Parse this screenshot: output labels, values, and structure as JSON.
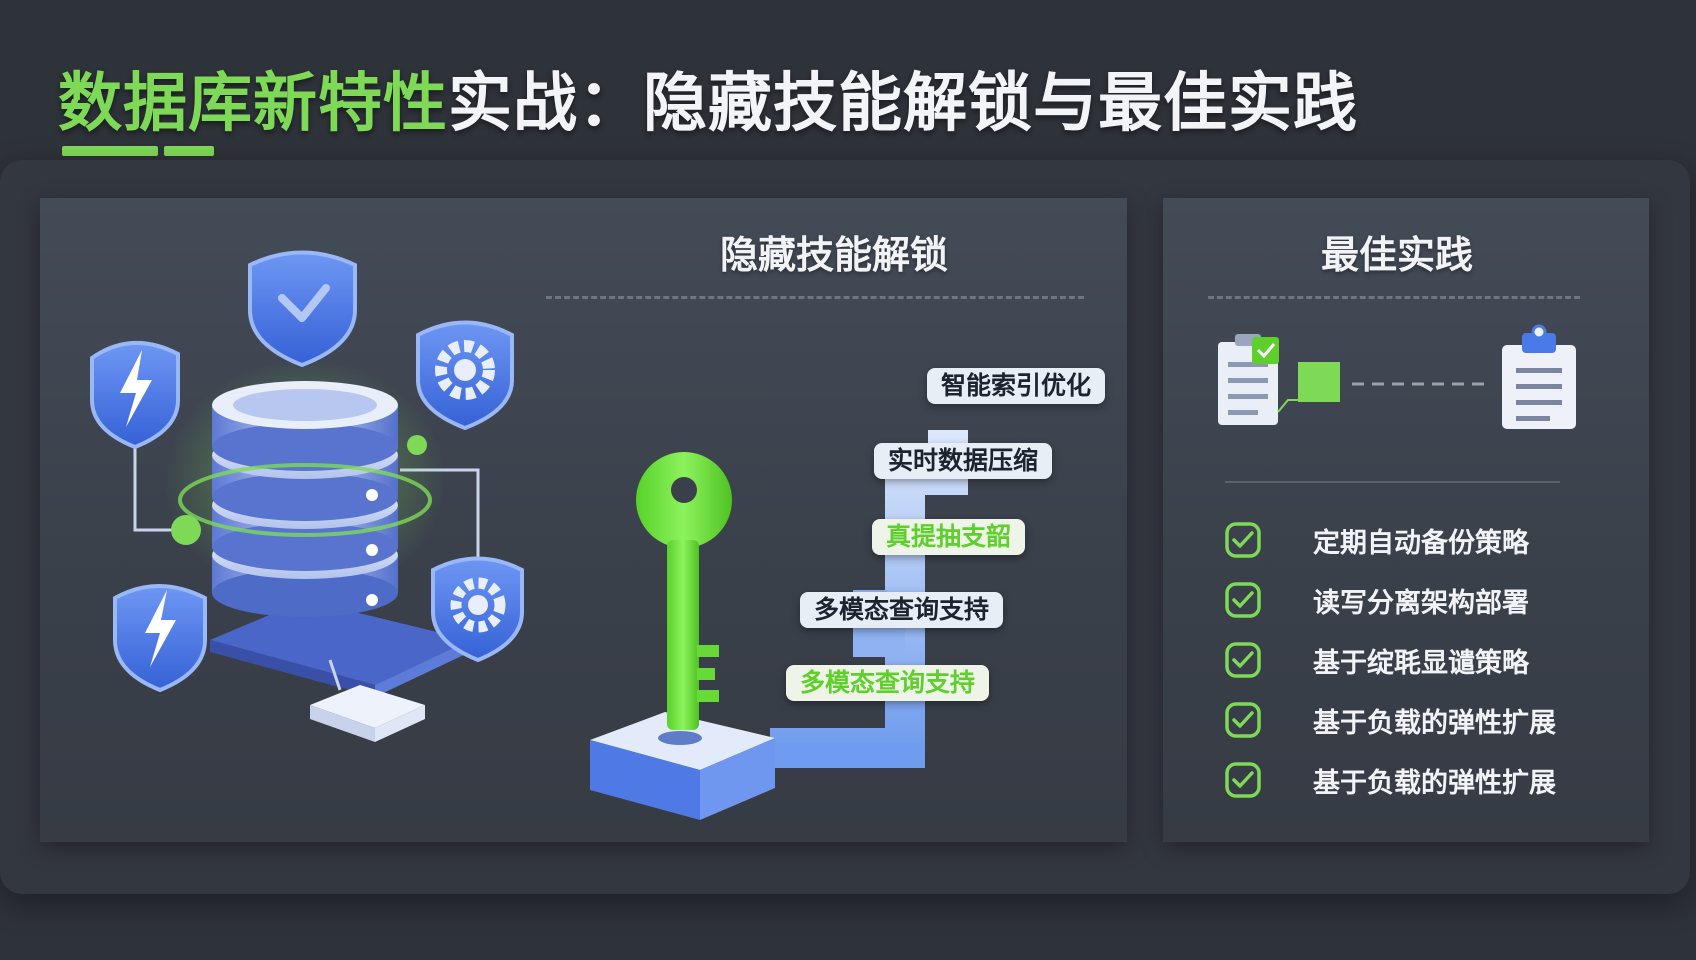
{
  "title": {
    "highlight": "数据库新特性",
    "rest": "实战：隐藏技能解锁与最佳实践"
  },
  "left_panel": {
    "title": "隐藏技能解锁",
    "features": [
      "智能索引优化",
      "实时数据压缩",
      "真提抽支韶",
      "多模态查询支持",
      "多模态查询支持"
    ]
  },
  "right_panel": {
    "title": "最佳实践",
    "items": [
      "定期自动备份策略",
      "读写分离架构部署",
      "基于绽毦显谴策略",
      "基于负载的弹性扩展",
      "基于负载的弹性扩展"
    ]
  },
  "colors": {
    "accent_green": "#7ed957",
    "accent_blue": "#4a7ae8",
    "background": "#2e3239",
    "panel": "#3f4550"
  }
}
